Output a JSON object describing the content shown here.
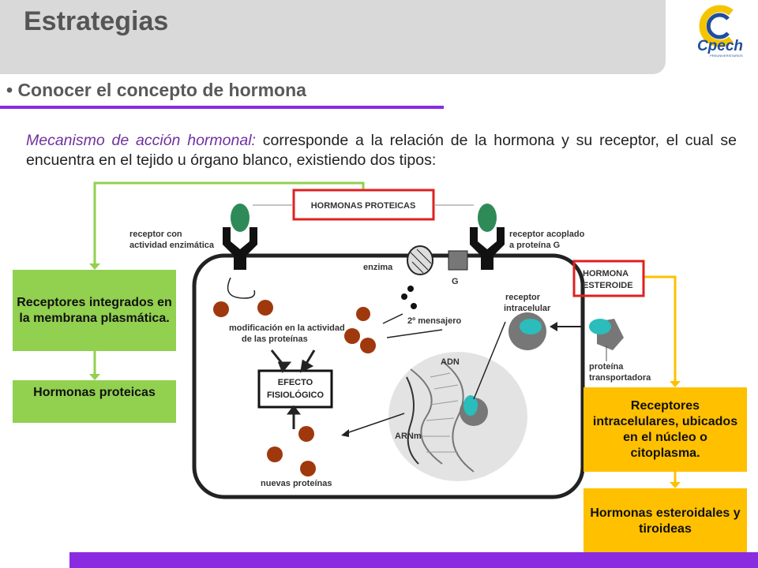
{
  "header": {
    "title": "Estrategias"
  },
  "logo": {
    "text": "Cpech",
    "small": "PREUNIVERSITARIOS"
  },
  "subtitle": "• Conocer el concepto de hormona",
  "paragraph": {
    "term": "Mecanismo de acción hormonal:",
    "rest": " corresponde a la relación de la hormona y su receptor, el cual se encuentra en el tejido u órgano blanco, existiendo dos tipos:"
  },
  "left_boxes": {
    "receptors": "Receptores integrados en la membrana plasmática.",
    "hormones": "Hormonas proteicas"
  },
  "right_boxes": {
    "receptors": "Receptores intracelulares, ubicados en el núcleo o citoplasma.",
    "hormones": "Hormonas esteroidales y tiroideas"
  },
  "diagram": {
    "hormonas_proteicas": "HORMONAS PROTEICAS",
    "receptor_enzimatico_1": "receptor con",
    "receptor_enzimatico_2": "actividad enzimática",
    "receptor_g_1": "receptor acoplado",
    "receptor_g_2": "a proteína G",
    "enzima": "enzima",
    "g": "G",
    "mensajero": "2º mensajero",
    "hormona_esteroide_1": "HORMONA",
    "hormona_esteroide_2": "ESTEROIDE",
    "receptor_intracelular_1": "receptor",
    "receptor_intracelular_2": "intracelular",
    "modificacion_1": "modificación en la actividad",
    "modificacion_2": "de las proteínas",
    "efecto_1": "EFECTO",
    "efecto_2": "FISIOLÓGICO",
    "adn": "ADN",
    "arnm": "ARNm",
    "nuevas_proteinas": "nuevas proteínas",
    "proteina_transportadora_1": "proteína",
    "proteina_transportadora_2": "transportadora"
  },
  "colors": {
    "accent": "#8a2be2",
    "green": "#92d050",
    "gold": "#ffc000",
    "red_frame": "#e02020",
    "protein": "#a0380e"
  }
}
